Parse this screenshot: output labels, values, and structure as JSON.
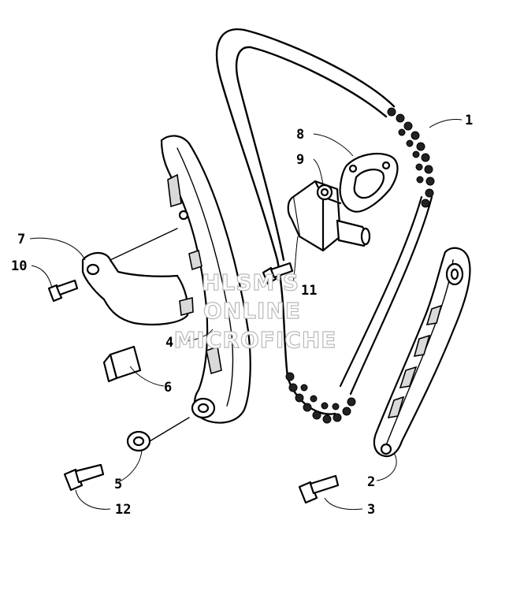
{
  "watermark": {
    "line1": "HLSM'S",
    "line2": "ONLINE",
    "line3": "MICROFICHE"
  },
  "callouts": [
    {
      "id": "1",
      "label": "1"
    },
    {
      "id": "2",
      "label": "2"
    },
    {
      "id": "3",
      "label": "3"
    },
    {
      "id": "4",
      "label": "4"
    },
    {
      "id": "5",
      "label": "5"
    },
    {
      "id": "6",
      "label": "6"
    },
    {
      "id": "7",
      "label": "7"
    },
    {
      "id": "8",
      "label": "8"
    },
    {
      "id": "9",
      "label": "9"
    },
    {
      "id": "10",
      "label": "10"
    },
    {
      "id": "11",
      "label": "11"
    },
    {
      "id": "12",
      "label": "12"
    }
  ]
}
